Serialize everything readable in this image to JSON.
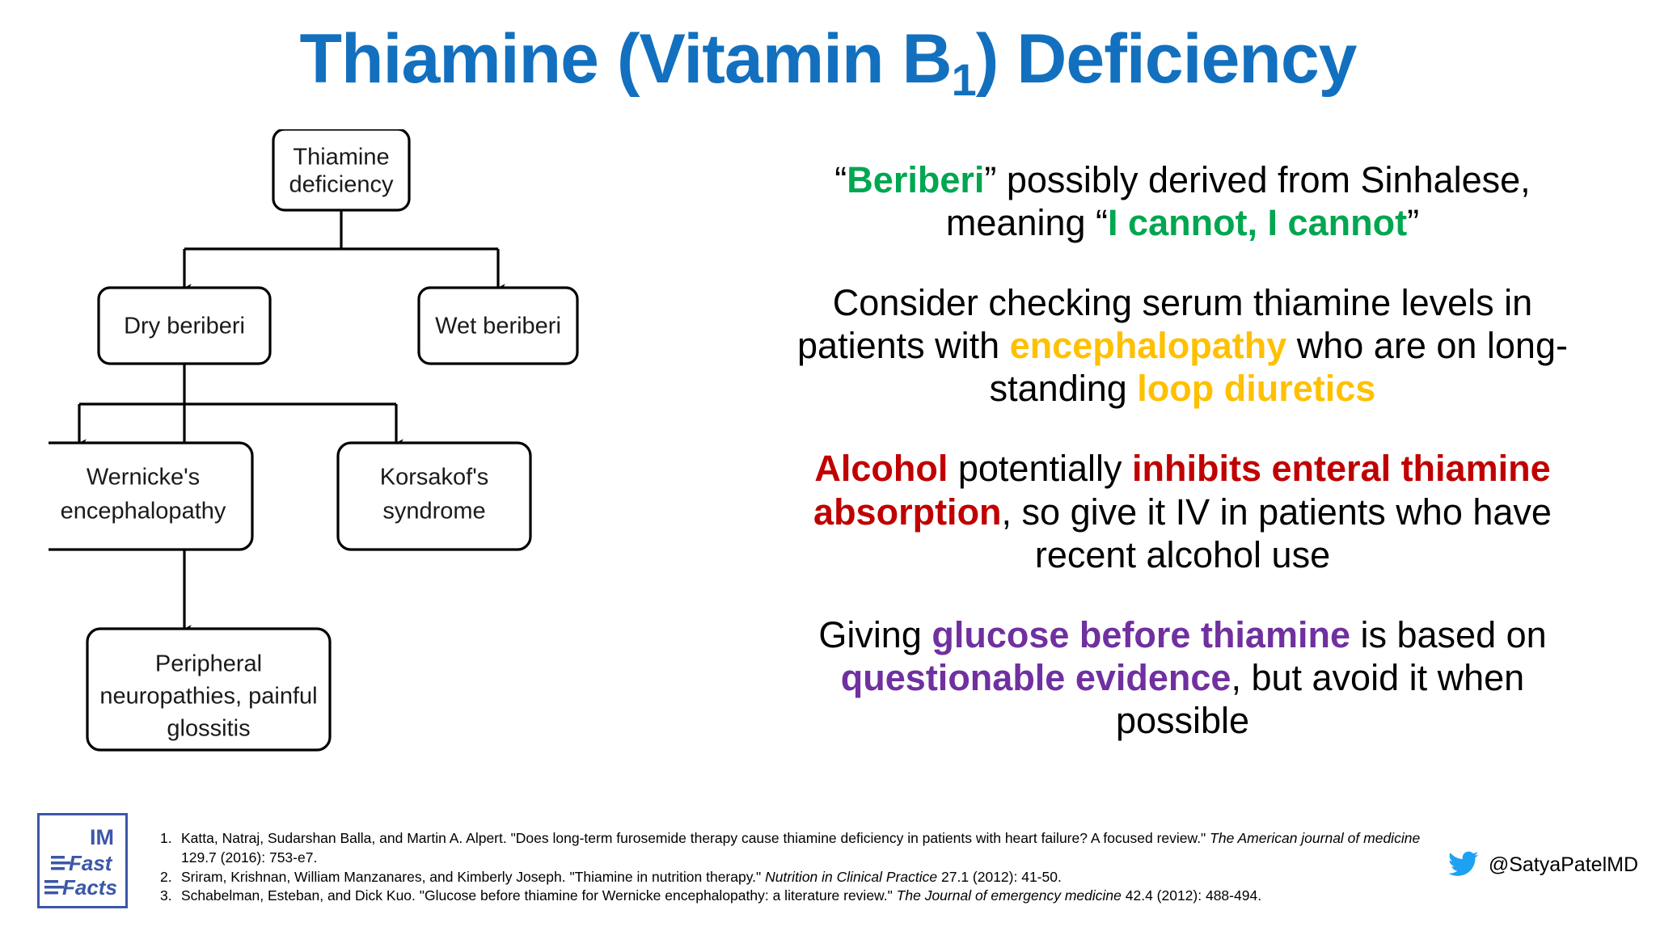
{
  "title": {
    "main_before": "Thiamine (Vitamin B",
    "subscript": "1",
    "main_after": ") Deficiency",
    "color": "#1270BF"
  },
  "flowchart": {
    "nodes": [
      {
        "id": "thiamine-deficiency",
        "lines": [
          "Thiamine",
          "deficiency"
        ]
      },
      {
        "id": "dry-beriberi",
        "lines": [
          "Dry beriberi"
        ]
      },
      {
        "id": "wet-beriberi",
        "lines": [
          "Wet beriberi"
        ]
      },
      {
        "id": "wernickes-encephalopathy",
        "lines": [
          "Wernicke's",
          "encephalopathy"
        ]
      },
      {
        "id": "korsakofs-syndrome",
        "lines": [
          "Korsakof's",
          "syndrome"
        ]
      },
      {
        "id": "peripheral-neuropathies",
        "lines": [
          "Peripheral",
          "neuropathies, painful",
          "glossitis"
        ]
      }
    ]
  },
  "facts": [
    {
      "id": "beriberi-etymology",
      "parts": [
        {
          "text": "“",
          "style": "plain"
        },
        {
          "text": "Beriberi",
          "style": "green"
        },
        {
          "text": "” possibly derived from Sinhalese, meaning “",
          "style": "plain"
        },
        {
          "text": "I cannot, I cannot",
          "style": "green"
        },
        {
          "text": "”",
          "style": "plain"
        }
      ]
    },
    {
      "id": "serum-thiamine-levels",
      "parts": [
        {
          "text": "Consider checking serum thiamine levels in patients with ",
          "style": "plain"
        },
        {
          "text": "encephalopathy",
          "style": "gold"
        },
        {
          "text": " who are on long-standing ",
          "style": "plain"
        },
        {
          "text": "loop diuretics",
          "style": "gold"
        }
      ]
    },
    {
      "id": "alcohol-absorption",
      "parts": [
        {
          "text": "Alcohol",
          "style": "red"
        },
        {
          "text": " potentially ",
          "style": "plain"
        },
        {
          "text": "inhibits enteral thiamine absorption",
          "style": "red"
        },
        {
          "text": ", so give it IV in patients who have recent alcohol use",
          "style": "plain"
        }
      ]
    },
    {
      "id": "glucose-before-thiamine",
      "parts": [
        {
          "text": "Giving ",
          "style": "plain"
        },
        {
          "text": "glucose before thiamine",
          "style": "purple"
        },
        {
          "text": " is based on ",
          "style": "plain"
        },
        {
          "text": "questionable evidence",
          "style": "purple"
        },
        {
          "text": ", but avoid it when possible",
          "style": "plain"
        }
      ]
    }
  ],
  "logo": {
    "line1": "IM",
    "line2": "Fast",
    "line3": "Facts",
    "color": "#3B57A8"
  },
  "references": [
    {
      "number": "1.",
      "segments": [
        {
          "text": "Katta, Natraj, Sudarshan Balla, and Martin A. Alpert. \"Does long-term furosemide therapy cause thiamine deficiency in patients with heart failure? A focused review.\" ",
          "italic": false
        },
        {
          "text": "The American journal of medicine",
          "italic": true
        },
        {
          "text": " 129.7 (2016): 753-e7.",
          "italic": false
        }
      ]
    },
    {
      "number": "2.",
      "segments": [
        {
          "text": "Sriram, Krishnan, William Manzanares, and Kimberly Joseph. \"Thiamine in nutrition therapy.\" ",
          "italic": false
        },
        {
          "text": "Nutrition in Clinical Practice",
          "italic": true
        },
        {
          "text": " 27.1 (2012): 41-50.",
          "italic": false
        }
      ]
    },
    {
      "number": "3.",
      "segments": [
        {
          "text": "Schabelman, Esteban, and Dick Kuo. \"Glucose before thiamine for Wernicke encephalopathy: a literature review.\" ",
          "italic": false
        },
        {
          "text": "The Journal of emergency medicine",
          "italic": true
        },
        {
          "text": " 42.4 (2012): 488-494.",
          "italic": false
        }
      ]
    }
  ],
  "handle": {
    "text": "@SatyaPatelMD",
    "icon_color": "#1DA1F2"
  }
}
